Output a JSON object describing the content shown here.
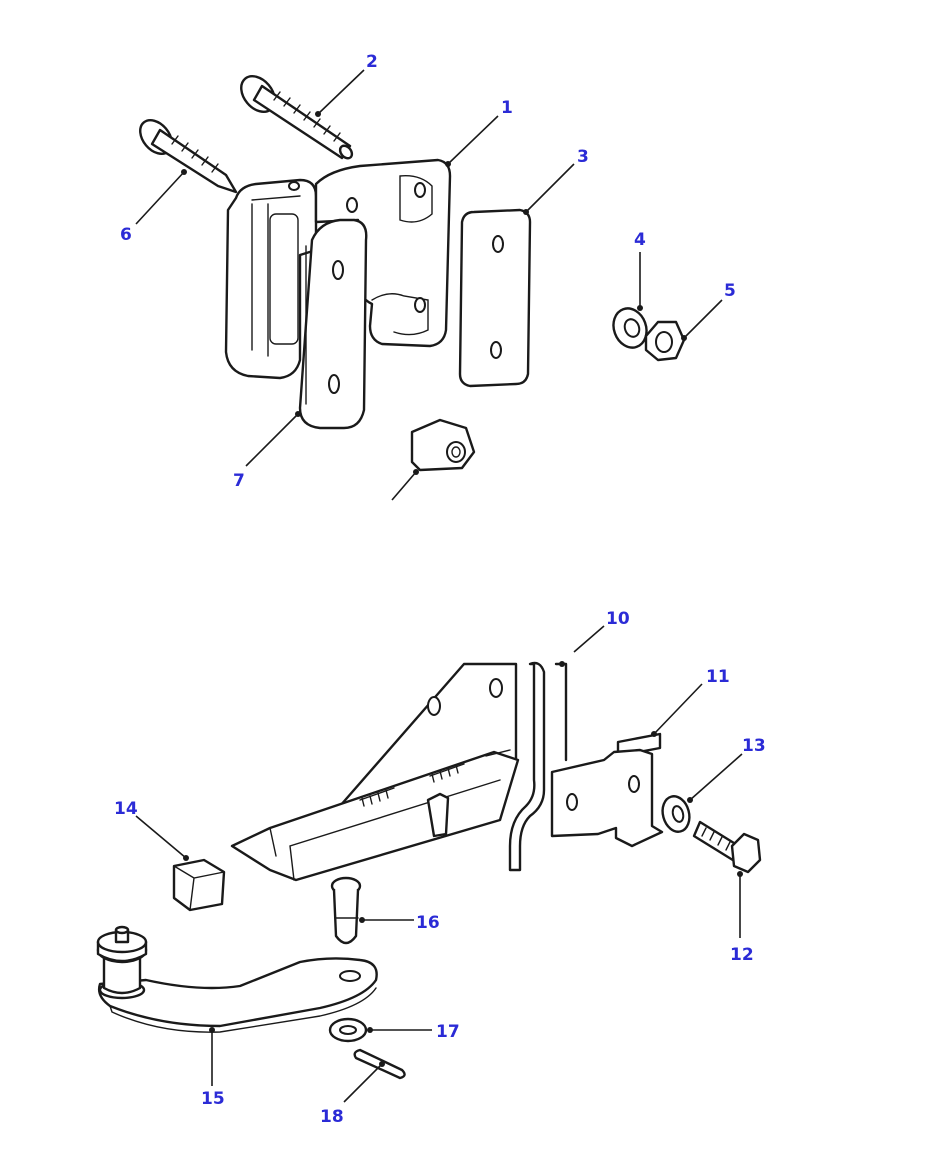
{
  "colors": {
    "callout": "#2b2bd6",
    "line": "#1a1a1a",
    "background": "#ffffff"
  },
  "callouts": {
    "c1": "1",
    "c2": "2",
    "c3": "3",
    "c4": "4",
    "c5": "5",
    "c6": "6",
    "c7": "7",
    "c10": "10",
    "c11": "11",
    "c12": "12",
    "c13": "13",
    "c14": "14",
    "c15": "15",
    "c16": "16",
    "c17": "17",
    "c18": "18"
  },
  "caption": ""
}
